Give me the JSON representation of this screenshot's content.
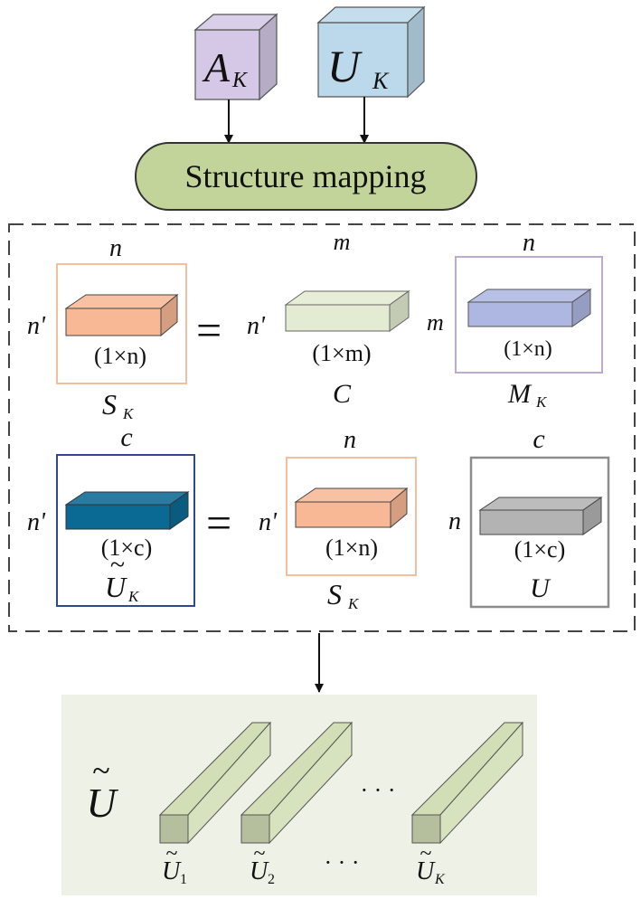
{
  "inputs": {
    "a": {
      "main": "A",
      "sub": "K"
    },
    "u": {
      "main": "U",
      "sub": "K"
    }
  },
  "mapping": {
    "label": "Structure mapping"
  },
  "row1": {
    "s": {
      "top": "n",
      "left": "n'",
      "dim": "(1×n)",
      "name": "S",
      "sub": "K"
    },
    "eq": "=",
    "c": {
      "top": "m",
      "left": "n'",
      "dim": "(1×m)",
      "name": "C"
    },
    "m": {
      "top": "n",
      "left": "m",
      "dim": "(1×n)",
      "name": "M",
      "sub": "K"
    }
  },
  "row2": {
    "uk": {
      "top": "c",
      "left": "n'",
      "dim": "(1×c)",
      "name": "U",
      "tilde": "~",
      "sub": "K"
    },
    "eq": "=",
    "s": {
      "top": "n",
      "left": "n'",
      "dim": "(1×n)",
      "name": "S",
      "sub": "K"
    },
    "u": {
      "top": "c",
      "left": "n",
      "dim": "(1×c)",
      "name": "U"
    }
  },
  "output": {
    "name": "U",
    "tilde": "~",
    "ellipsis_top": "· · ·",
    "ellipsis_bottom": "· · ·",
    "items": [
      {
        "name": "U",
        "tilde": "~",
        "sub": "1"
      },
      {
        "name": "U",
        "tilde": "~",
        "sub": "2"
      },
      {
        "name": "U",
        "tilde": "~",
        "sub": "K"
      }
    ]
  },
  "colors": {
    "a_cube": "#d5c8e6",
    "u_cube": "#bcd9ec",
    "mapping_fill": "#c2d49a",
    "s_block": "#f8b896",
    "c_block": "#e3ecd3",
    "m_block": "#aeb7e1",
    "uk_block": "#0b6a94",
    "u_block": "#b3b3b3",
    "frame_orange": "#f5be9c",
    "frame_purple": "#bda9d5",
    "frame_blue": "#2e4a8c",
    "frame_gray": "#8c8c8c",
    "output_bg": "#eef1e5",
    "output_prism": "#d2deb6"
  }
}
